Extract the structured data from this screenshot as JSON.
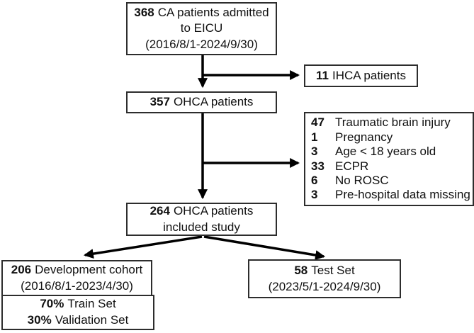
{
  "figure": {
    "type": "patient-flow-diagram",
    "background_color": "#ffffff",
    "box_border_color": "#2d2d2d",
    "arrow_color": "#000000",
    "text_color": "#111111"
  },
  "boxes": {
    "admitted": {
      "count": "368",
      "line1": "CA patients admitted",
      "line2": "to EICU",
      "dates": "(2016/8/1-2024/9/30)"
    },
    "ihca": {
      "count": "11",
      "label": "IHCA patients"
    },
    "ohca": {
      "count": "357",
      "label": "OHCA patients"
    },
    "exclusions": {
      "items": [
        {
          "count": "47",
          "label": "Traumatic brain injury"
        },
        {
          "count": "1",
          "label": "Pregnancy"
        },
        {
          "count": "3",
          "label": "Age < 18 years old"
        },
        {
          "count": "33",
          "label": "ECPR"
        },
        {
          "count": "6",
          "label": "No ROSC"
        },
        {
          "count": "3",
          "label": "Pre-hospital data missing"
        }
      ]
    },
    "included": {
      "count": "264",
      "line1": "OHCA patients",
      "line2": "included study"
    },
    "development": {
      "count": "206",
      "label": "Development cohort",
      "dates": "(2016/8/1-2023/4/30)"
    },
    "split": {
      "train_count": "70%",
      "train_label": "Train Set",
      "validation_count": "30%",
      "validation_label": "Validation Set"
    },
    "test": {
      "count": "58",
      "label": "Test Set",
      "dates": "(2023/5/1-2024/9/30)"
    }
  }
}
